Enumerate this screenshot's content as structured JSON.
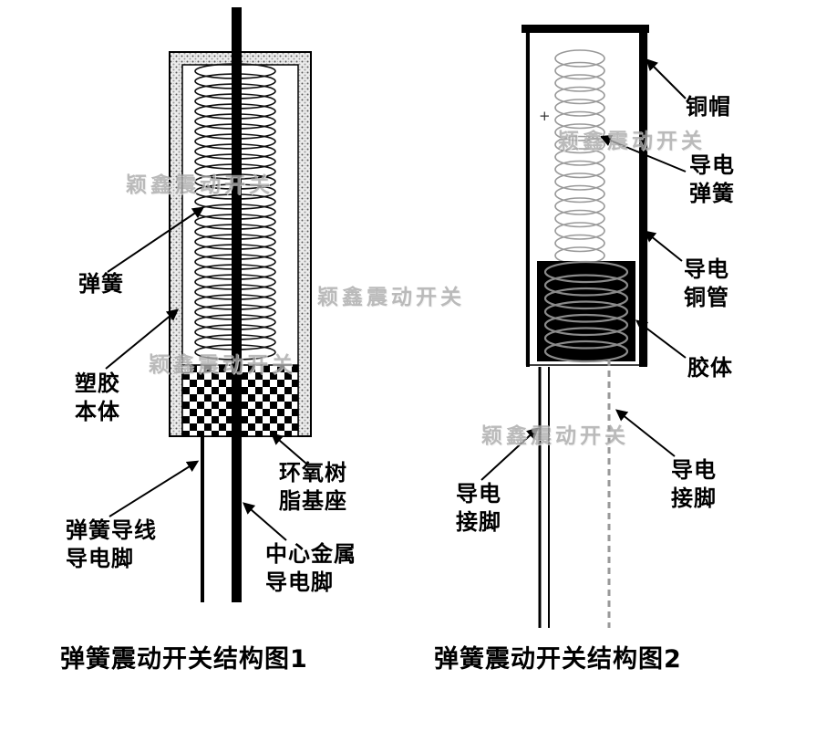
{
  "watermark": {
    "text": "颖鑫震动开关"
  },
  "diagram1": {
    "caption": "弹簧震动开关结构图1",
    "label_spring": "弹簧",
    "label_plastic_body": "塑胶\n本体",
    "label_spring_lead": "弹簧导线\n导电脚",
    "label_epoxy_base": "环氧树\n脂基座",
    "label_center_pin": "中心金属\n导电脚"
  },
  "diagram2": {
    "caption": "弹簧震动开关结构图2",
    "label_copper_cap": "铜帽",
    "label_conductive_spring": "导电\n弹簧",
    "label_copper_tube": "导电\n铜管",
    "label_colloid": "胶体",
    "label_left_pin": "导电\n接脚",
    "label_right_pin": "导电\n接脚",
    "plus_mark": "+"
  }
}
